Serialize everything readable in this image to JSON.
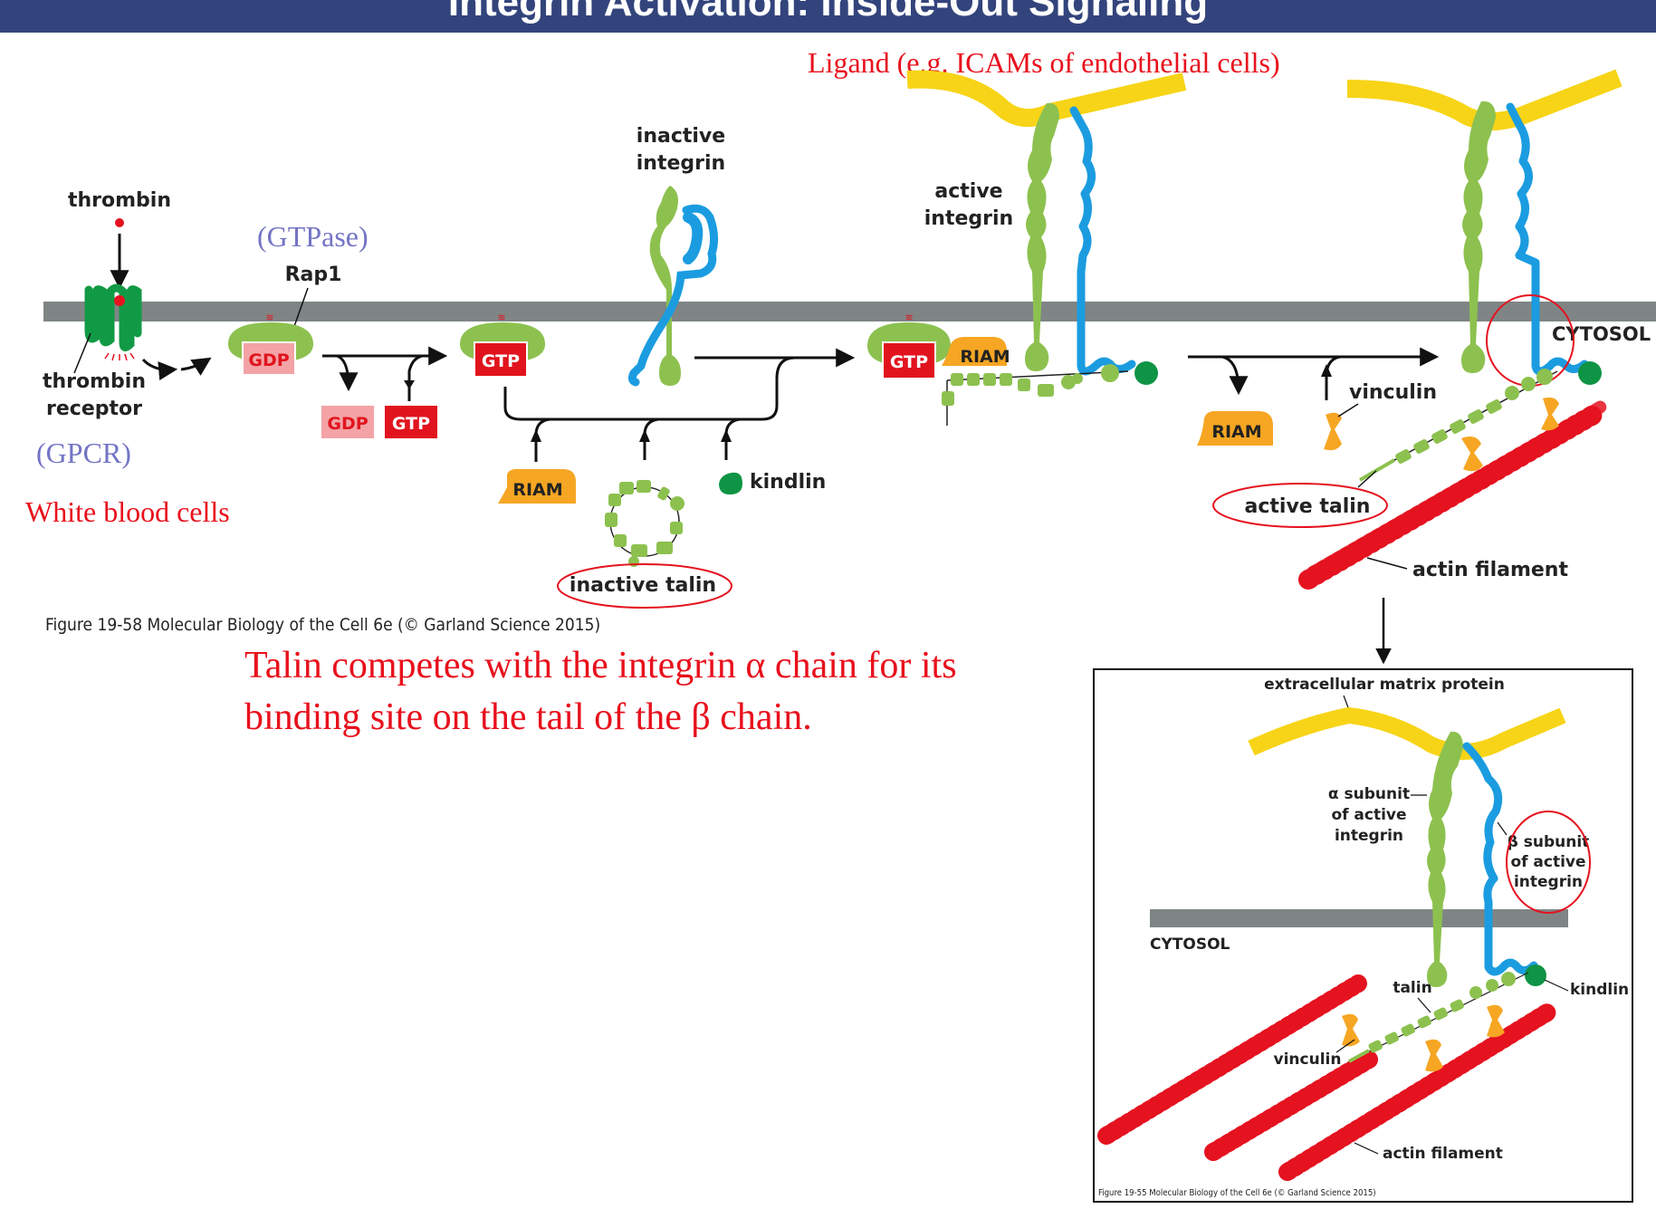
{
  "header": {
    "title": "Integrin Activation: Inside-Out Signaling",
    "background": "#33447c"
  },
  "colors": {
    "membrane": "#7f8585",
    "alpha_integrin": "#8dc14f",
    "beta_integrin": "#1b9ce0",
    "ligand": "#f7d417",
    "kindlin": "#0e9444",
    "riam": "#f6a623",
    "actin": "#e5121f",
    "gtp": "#e1141e",
    "gdp": "#f3a3a6",
    "annotation_red": "#e8101c",
    "annotation_blue": "#7374c4",
    "gpcr": "#119a45"
  },
  "main_figure": {
    "labels": {
      "thrombin": "thrombin",
      "thrombin_receptor_1": "thrombin",
      "thrombin_receptor_2": "receptor",
      "rap1": "Rap1",
      "gdp_bound": "GDP",
      "gdp_released": "GDP",
      "gtp_added": "GTP",
      "gtp_bound_1": "GTP",
      "gtp_bound_2": "GTP",
      "inactive_integrin_1": "inactive",
      "inactive_integrin_2": "integrin",
      "riam_1": "RIAM",
      "riam_2": "RIAM",
      "riam_3": "RIAM",
      "kindlin": "kindlin",
      "inactive_talin": "inactive talin",
      "active_integrin_1": "active",
      "active_integrin_2": "integrin",
      "vinculin": "vinculin",
      "active_talin": "active talin",
      "actin_filament": "actin filament",
      "cytosol": "CYTOSOL"
    },
    "caption": "Figure 19-58  Molecular Biology of the Cell 6e (© Garland Science 2015)"
  },
  "annotations": {
    "gtpase": "(GTPase)",
    "gpcr": "(GPCR)",
    "white_blood_cells": "White blood cells",
    "ligand": "Ligand (e.g. ICAMs of endothelial cells)",
    "note_line1": "Talin competes with the integrin α chain for its",
    "note_line2": "binding site on the tail of the β chain."
  },
  "inset_figure": {
    "labels": {
      "ecm_protein": "extracellular matrix protein",
      "alpha_1": "α subunit",
      "alpha_2": "of active",
      "alpha_3": "integrin",
      "beta_1": "β subunit",
      "beta_2": "of active",
      "beta_3": "integrin",
      "cytosol": "CYTOSOL",
      "talin": "talin",
      "kindlin": "kindlin",
      "vinculin": "vinculin",
      "actin_filament": "actin filament"
    },
    "caption": "Figure 19-55  Molecular Biology of the Cell 6e (© Garland Science 2015)"
  }
}
